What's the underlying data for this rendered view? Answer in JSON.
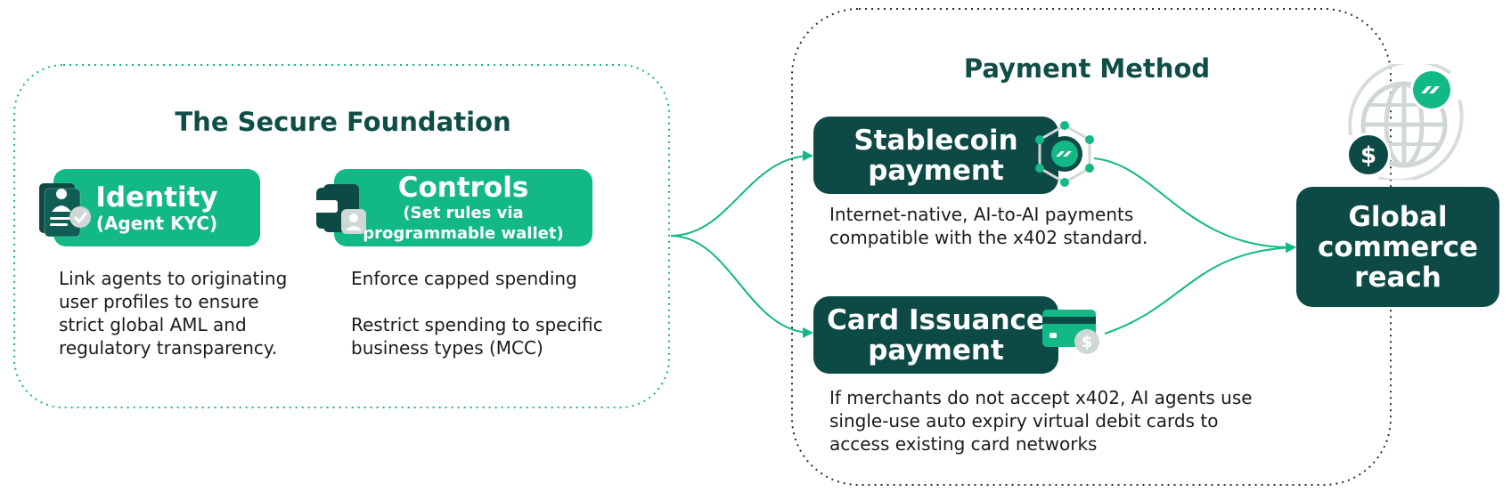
{
  "foundation": {
    "title": "The Secure Foundation",
    "identity": {
      "title": "Identity",
      "subtitle": "(Agent KYC)",
      "description": [
        "Link agents to originating",
        "user profiles to ensure",
        "strict global AML and",
        "regulatory transparency."
      ]
    },
    "controls": {
      "title": "Controls",
      "subtitle_lines": [
        "(Set rules via",
        "programmable wallet)"
      ],
      "description": [
        "Enforce capped spending",
        "",
        "Restrict spending to specific",
        "business types (MCC)"
      ]
    }
  },
  "payment": {
    "title": "Payment Method",
    "stablecoin": {
      "title_lines": [
        "Stablecoin",
        "payment"
      ],
      "description": [
        "Internet-native, AI-to-AI payments",
        "compatible with the x402 standard."
      ]
    },
    "card": {
      "title_lines": [
        "Card Issuance",
        "payment"
      ],
      "description": [
        "If merchants do not accept x402, AI agents use",
        "single-use auto expiry virtual debit cards to",
        "access existing card networks"
      ]
    }
  },
  "outcome": {
    "title_lines": [
      "Global",
      "commerce",
      "reach"
    ]
  },
  "icons": {
    "identity": "user-profile-check-icon",
    "controls": "wallet-user-icon",
    "stablecoin": "stablecoin-network-icon",
    "card": "card-dollar-icon",
    "globe": "globe-icon",
    "dollar_coin": "dollar-coin-icon",
    "stablecoin_coin": "stablecoin-coin-icon"
  },
  "colors": {
    "brand_green": "#12b886",
    "dark_teal": "#0e4a45",
    "title_text": "#0f4d47",
    "arrow": "#12b886"
  }
}
